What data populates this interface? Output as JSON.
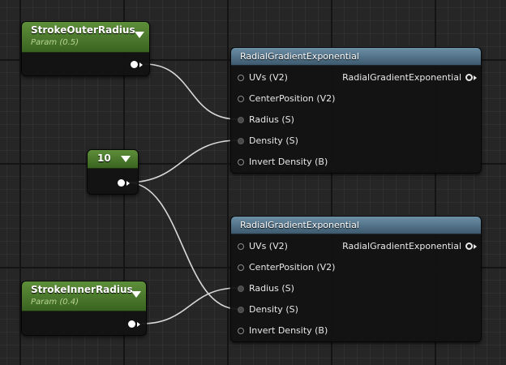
{
  "graph": {
    "wire_color": "#d8d8d8",
    "param_nodes": [
      {
        "title": "StrokeOuterRadius",
        "subtitle": "Param (0.5)"
      },
      {
        "title": "StrokeInnerRadius",
        "subtitle": "Param (0.4)"
      }
    ],
    "constant_node": {
      "value": "10"
    },
    "gradient_nodes": [
      {
        "title": "RadialGradientExponential",
        "output_label": "RadialGradientExponential",
        "inputs": [
          "UVs (V2)",
          "CenterPosition (V2)",
          "Radius (S)",
          "Density (S)",
          "Invert Density (B)"
        ]
      },
      {
        "title": "RadialGradientExponential",
        "output_label": "RadialGradientExponential",
        "inputs": [
          "UVs (V2)",
          "CenterPosition (V2)",
          "Radius (S)",
          "Density (S)",
          "Invert Density (B)"
        ]
      }
    ]
  }
}
